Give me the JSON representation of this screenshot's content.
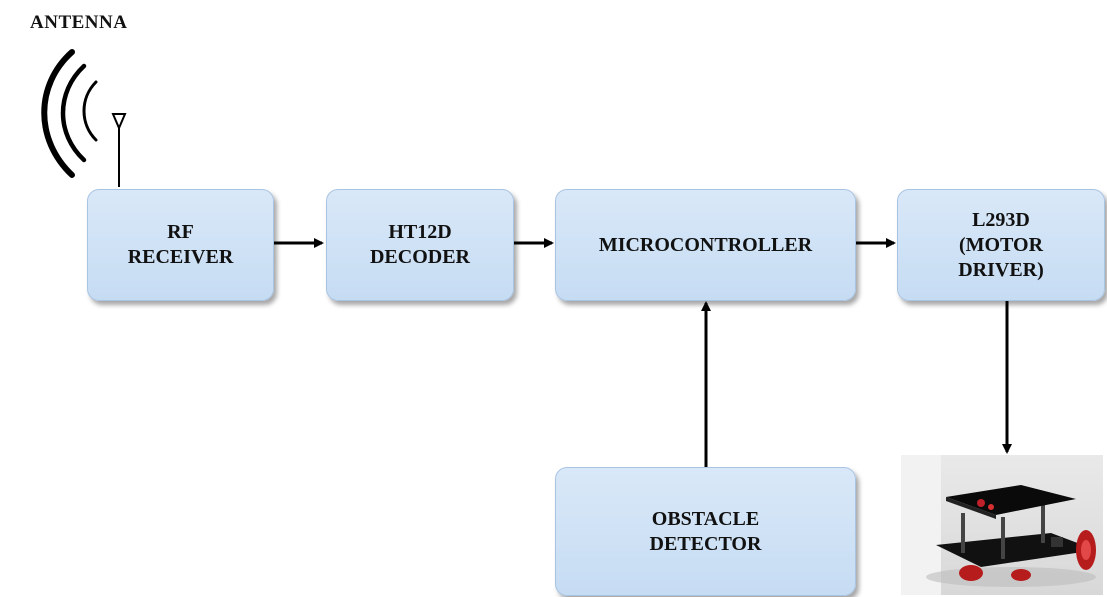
{
  "antenna_label": "ANTENNA",
  "blocks": {
    "rf_receiver": "RF\nRECEIVER",
    "decoder": "HT12D\nDECODER",
    "microcontroller": "MICROCONTROLLER",
    "motor_driver": "L293D\n(MOTOR\nDRIVER)",
    "obstacle_detector": "OBSTACLE\nDETECTOR"
  },
  "colors": {
    "block_fill": "#d3e4f6",
    "block_border": "#a9c4e2",
    "arrow": "#000000"
  },
  "images": {
    "robot_photo": "robot-car-chassis"
  }
}
